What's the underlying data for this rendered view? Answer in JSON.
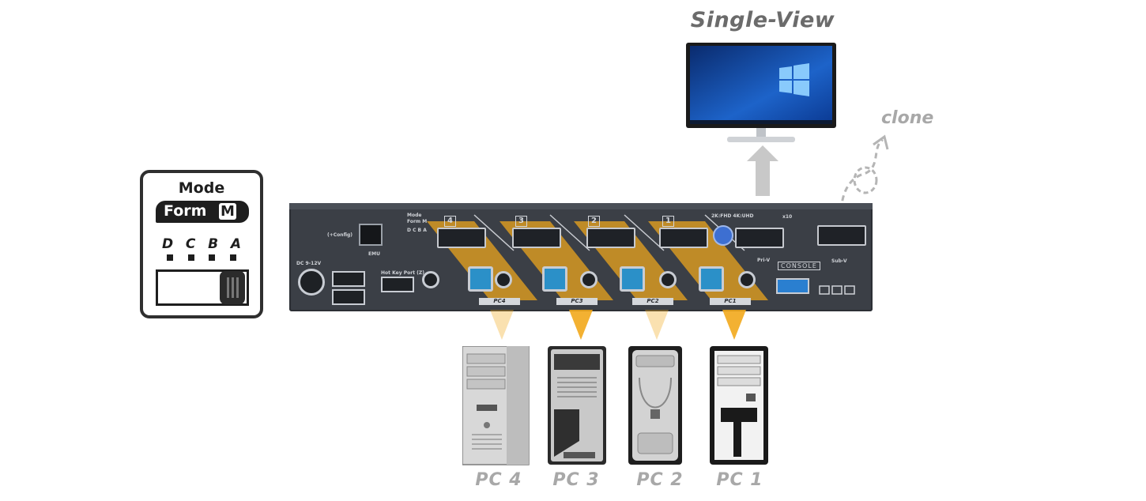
{
  "title": "Single-View",
  "clone_label": "clone",
  "mode_card": {
    "title": "Mode",
    "form_label": "Form",
    "form_mode": "M",
    "dip_letters": [
      "D",
      "C",
      "B",
      "A"
    ]
  },
  "kvm": {
    "port_numbers": [
      "4",
      "3",
      "2",
      "1"
    ],
    "pc_tags": [
      "PC4",
      "PC3",
      "PC2",
      "PC1"
    ],
    "labels": {
      "config": "(+Config)",
      "dc": "DC 9-12V",
      "hotkey": "Hot Key Port (Z)",
      "mode_small": "Mode",
      "form_small": "Form M",
      "dip_small": "D C B A",
      "console": "CONSOLE",
      "x10": "x10",
      "res": "2K:FHD  4K:UHD",
      "pri_v": "Pri-V",
      "sub_v": "Sub-V",
      "emu": "EMU"
    }
  },
  "pcs": [
    "PC 4",
    "PC 3",
    "PC 2",
    "PC 1"
  ],
  "colors": {
    "highlight": "#f2a91c",
    "device": "#3b3f46",
    "arrow": "#c8c8c8",
    "label_gray": "#a8a8a8"
  }
}
